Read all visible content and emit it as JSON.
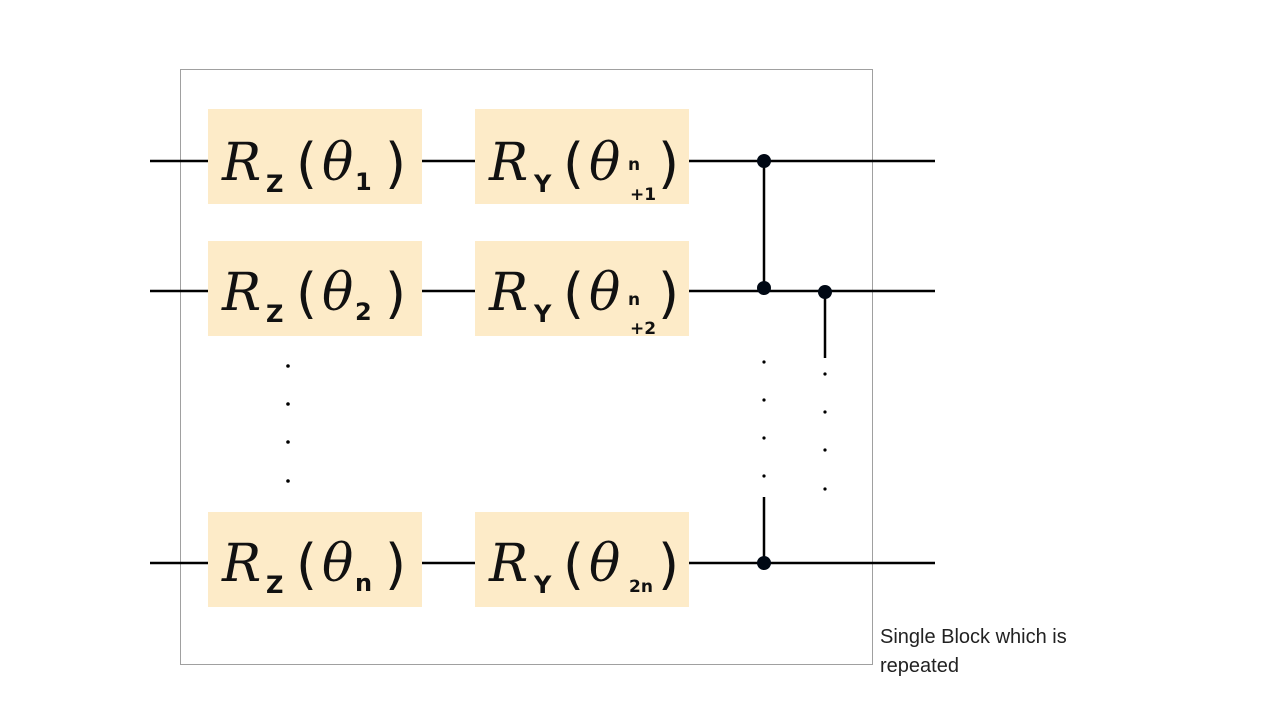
{
  "diagram": {
    "caption": "Single Block which is repeated",
    "gate_fill": "#fdebc8",
    "wire_color": "#000000",
    "frame_color": "#a0a0a0",
    "rows": [
      {
        "rz": {
          "base": "R",
          "sub": "Z",
          "param": "θ",
          "param_sub": "1"
        },
        "ry": {
          "base": "R",
          "sub": "Y",
          "param": "θ",
          "param_sub_top": "n",
          "param_sub_bottom": "+1"
        }
      },
      {
        "rz": {
          "base": "R",
          "sub": "Z",
          "param": "θ",
          "param_sub": "2"
        },
        "ry": {
          "base": "R",
          "sub": "Y",
          "param": "θ",
          "param_sub_top": "n",
          "param_sub_bottom": "+2"
        }
      },
      {
        "rz": {
          "base": "R",
          "sub": "Z",
          "param": "θ",
          "param_sub": "n"
        },
        "ry": {
          "base": "R",
          "sub": "Y",
          "param": "θ",
          "param_sub_top": "",
          "param_sub_bottom": "2n"
        }
      }
    ],
    "paren_open": "(",
    "paren_close": ")"
  }
}
